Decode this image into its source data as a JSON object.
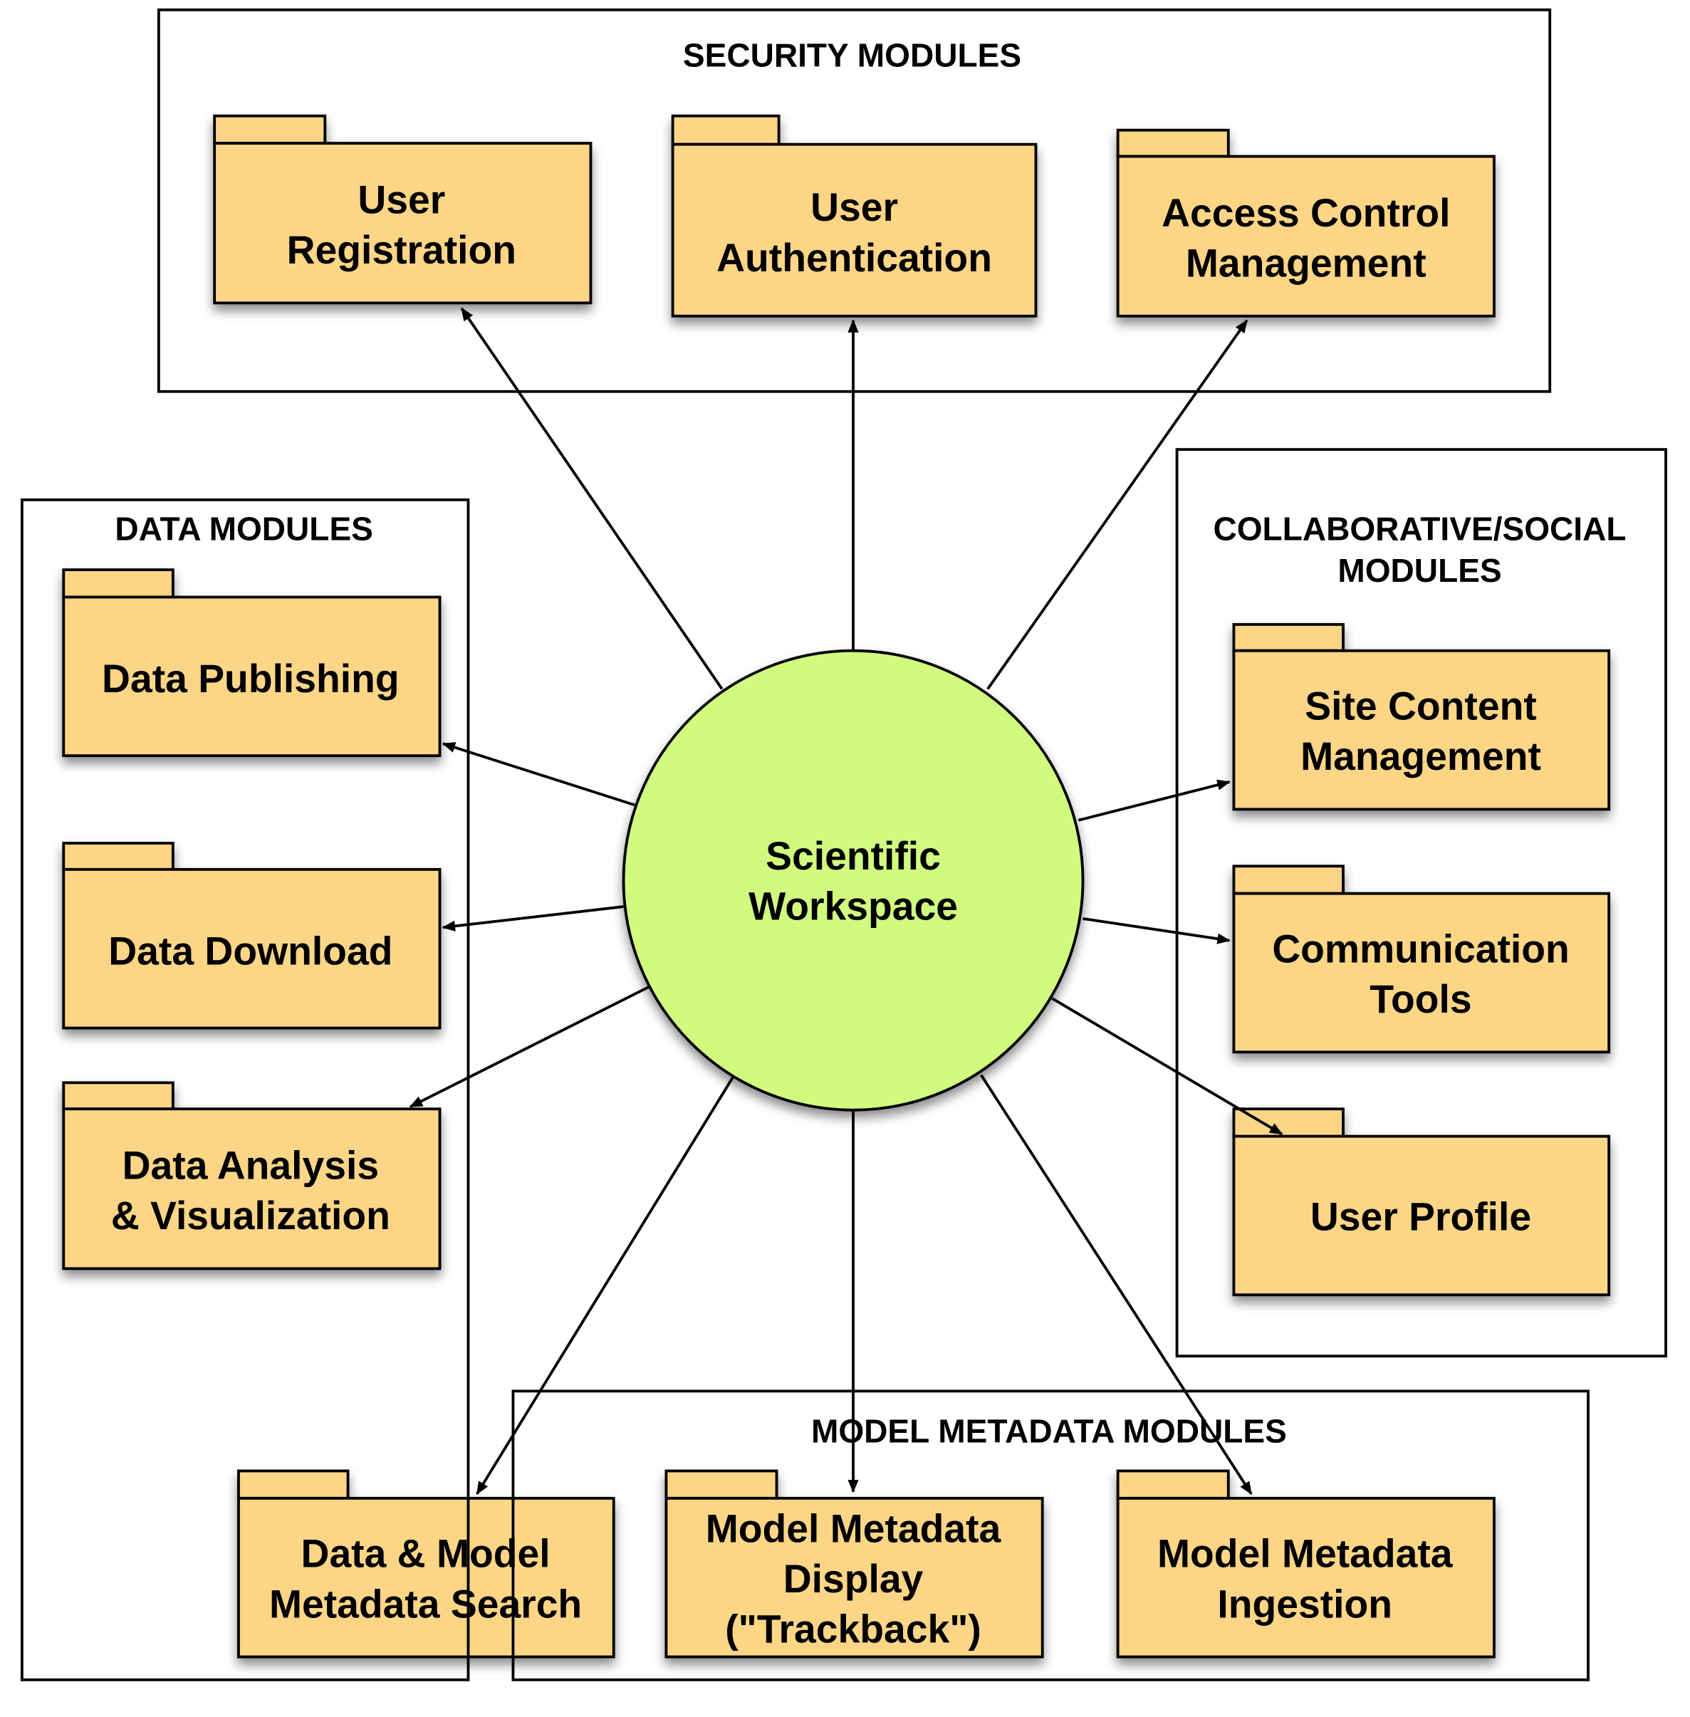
{
  "groups": {
    "security": {
      "title": "SECURITY MODULES"
    },
    "data": {
      "title": "DATA MODULES"
    },
    "collab": {
      "title_line1": "COLLABORATIVE/SOCIAL",
      "title_line2": "MODULES"
    },
    "model": {
      "title": "MODEL METADATA MODULES"
    }
  },
  "center": {
    "line1": "Scientific",
    "line2": "Workspace",
    "fill": "#d1fb7e"
  },
  "packages": {
    "user_registration": [
      "User",
      "Registration"
    ],
    "user_authentication": [
      "User",
      "Authentication"
    ],
    "access_control": [
      "Access Control",
      "Management"
    ],
    "data_publishing": [
      "Data Publishing"
    ],
    "data_download": [
      "Data Download"
    ],
    "data_analysis": [
      "Data Analysis",
      "& Visualization"
    ],
    "site_content": [
      "Site Content",
      "Management"
    ],
    "communication": [
      "Communication",
      "Tools"
    ],
    "user_profile": [
      "User Profile"
    ],
    "metadata_search": [
      "Data & Model",
      "Metadata Search"
    ],
    "metadata_display": [
      "Model Metadata",
      "Display",
      "(\"Trackback\")"
    ],
    "metadata_ingestion": [
      "Model Metadata",
      "Ingestion"
    ]
  },
  "colors": {
    "package": "#fcd586",
    "center": "#d1fb7e"
  }
}
